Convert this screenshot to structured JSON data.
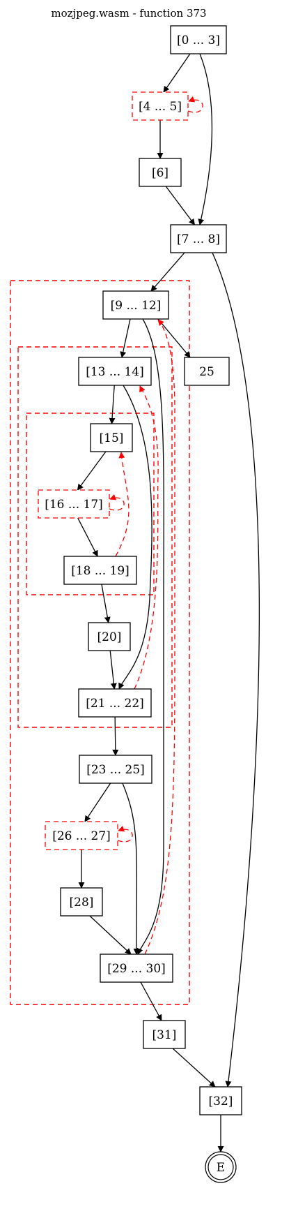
{
  "title": "mozjpeg.wasm - function 373",
  "colors": {
    "edge": "#000000",
    "back_edge": "#ff0000",
    "loop_box": "#ff0000",
    "node_border": "#000000"
  },
  "nodes": [
    {
      "id": "n0_3",
      "label": "[0 ... 3]",
      "style": "solid"
    },
    {
      "id": "n4_5",
      "label": "[4 ... 5]",
      "style": "dashed-red"
    },
    {
      "id": "n6",
      "label": "[6]",
      "style": "solid"
    },
    {
      "id": "n7_8",
      "label": "[7 ... 8]",
      "style": "solid"
    },
    {
      "id": "n9_12",
      "label": "[9 ... 12]",
      "style": "solid"
    },
    {
      "id": "n25",
      "label": "25",
      "style": "solid"
    },
    {
      "id": "n13_14",
      "label": "[13 ... 14]",
      "style": "solid"
    },
    {
      "id": "n15",
      "label": "[15]",
      "style": "solid"
    },
    {
      "id": "n16_17",
      "label": "[16 ... 17]",
      "style": "dashed-red"
    },
    {
      "id": "n18_19",
      "label": "[18 ... 19]",
      "style": "solid"
    },
    {
      "id": "n20",
      "label": "[20]",
      "style": "solid"
    },
    {
      "id": "n21_22",
      "label": "[21 ... 22]",
      "style": "solid"
    },
    {
      "id": "n23_25",
      "label": "[23 ... 25]",
      "style": "solid"
    },
    {
      "id": "n26_27",
      "label": "[26 ... 27]",
      "style": "dashed-red"
    },
    {
      "id": "n28",
      "label": "[28]",
      "style": "solid"
    },
    {
      "id": "n29_30",
      "label": "[29 ... 30]",
      "style": "solid"
    },
    {
      "id": "n31",
      "label": "[31]",
      "style": "solid"
    },
    {
      "id": "n32",
      "label": "[32]",
      "style": "solid"
    },
    {
      "id": "exit",
      "label": "E",
      "style": "double-circle"
    }
  ],
  "edges": [
    {
      "from": "n0_3",
      "to": "n4_5",
      "kind": "forward"
    },
    {
      "from": "n0_3",
      "to": "n7_8",
      "kind": "forward"
    },
    {
      "from": "n4_5",
      "to": "n4_5",
      "kind": "back"
    },
    {
      "from": "n4_5",
      "to": "n6",
      "kind": "forward"
    },
    {
      "from": "n6",
      "to": "n7_8",
      "kind": "forward"
    },
    {
      "from": "n7_8",
      "to": "n9_12",
      "kind": "forward"
    },
    {
      "from": "n7_8",
      "to": "n32",
      "kind": "forward"
    },
    {
      "from": "n9_12",
      "to": "n13_14",
      "kind": "forward"
    },
    {
      "from": "n9_12",
      "to": "n25",
      "kind": "forward"
    },
    {
      "from": "n9_12",
      "to": "n29_30",
      "kind": "forward"
    },
    {
      "from": "n13_14",
      "to": "n15",
      "kind": "forward"
    },
    {
      "from": "n13_14",
      "to": "n21_22",
      "kind": "forward"
    },
    {
      "from": "n15",
      "to": "n16_17",
      "kind": "forward"
    },
    {
      "from": "n16_17",
      "to": "n16_17",
      "kind": "back"
    },
    {
      "from": "n16_17",
      "to": "n18_19",
      "kind": "forward"
    },
    {
      "from": "n18_19",
      "to": "n15",
      "kind": "back"
    },
    {
      "from": "n18_19",
      "to": "n20",
      "kind": "forward"
    },
    {
      "from": "n20",
      "to": "n21_22",
      "kind": "forward"
    },
    {
      "from": "n21_22",
      "to": "n13_14",
      "kind": "back"
    },
    {
      "from": "n21_22",
      "to": "n23_25",
      "kind": "forward"
    },
    {
      "from": "n23_25",
      "to": "n26_27",
      "kind": "forward"
    },
    {
      "from": "n23_25",
      "to": "n29_30",
      "kind": "forward"
    },
    {
      "from": "n26_27",
      "to": "n26_27",
      "kind": "back"
    },
    {
      "from": "n26_27",
      "to": "n28",
      "kind": "forward"
    },
    {
      "from": "n28",
      "to": "n29_30",
      "kind": "forward"
    },
    {
      "from": "n29_30",
      "to": "n9_12",
      "kind": "back"
    },
    {
      "from": "n29_30",
      "to": "n31",
      "kind": "forward"
    },
    {
      "from": "n31",
      "to": "n32",
      "kind": "forward"
    },
    {
      "from": "n32",
      "to": "exit",
      "kind": "forward"
    }
  ],
  "loops": [
    {
      "id": "outer-loop"
    },
    {
      "id": "middle-loop"
    },
    {
      "id": "inner-loop"
    }
  ]
}
